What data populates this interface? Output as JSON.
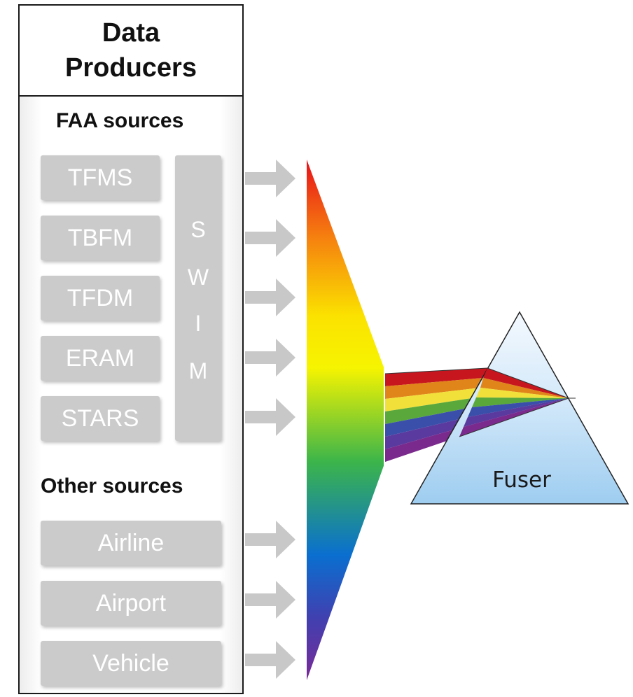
{
  "header": {
    "title": "Data\nProducers"
  },
  "faa_section": {
    "title": "FAA sources",
    "items": [
      {
        "label": "TFMS"
      },
      {
        "label": "TBFM"
      },
      {
        "label": "TFDM"
      },
      {
        "label": "ERAM"
      },
      {
        "label": "STARS"
      }
    ],
    "swim_letters": [
      "S",
      "W",
      "I",
      "M"
    ]
  },
  "other_section": {
    "title": "Other sources",
    "items": [
      {
        "label": "Airline"
      },
      {
        "label": "Airport"
      },
      {
        "label": "Vehicle"
      }
    ]
  },
  "fuser": {
    "label": "Fuser"
  },
  "colors": {
    "box_fill": "#cbcbcb",
    "arrow_fill": "#c8c8c8",
    "prism_fill_top": "#eef6fd",
    "prism_fill_bottom": "#9ecdf0",
    "spectrum": [
      "#e8101a",
      "#f57a10",
      "#fbe200",
      "#f6f400",
      "#3cb54a",
      "#0a6fd0",
      "#4040b0",
      "#7a2a98"
    ]
  }
}
